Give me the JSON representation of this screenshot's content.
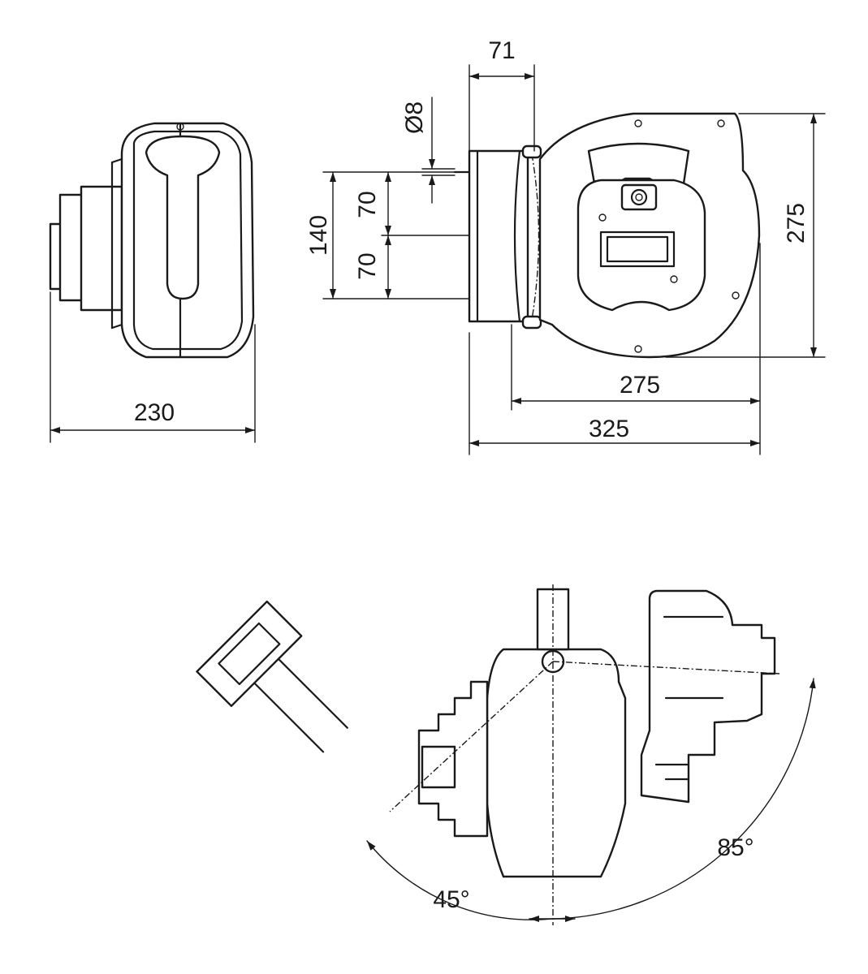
{
  "dimensions": {
    "side_width": "230",
    "bracket_depth": "71",
    "bolt_diameter": "Ø8",
    "hole_spacing_upper": "70",
    "hole_spacing_lower": "70",
    "hole_spacing_total": "140",
    "body_height": "275",
    "body_diameter": "275",
    "overall_length": "325",
    "swivel_left": "45°",
    "swivel_right": "85°"
  },
  "colors": {
    "line": "#1a1a1a",
    "background": "#ffffff"
  }
}
